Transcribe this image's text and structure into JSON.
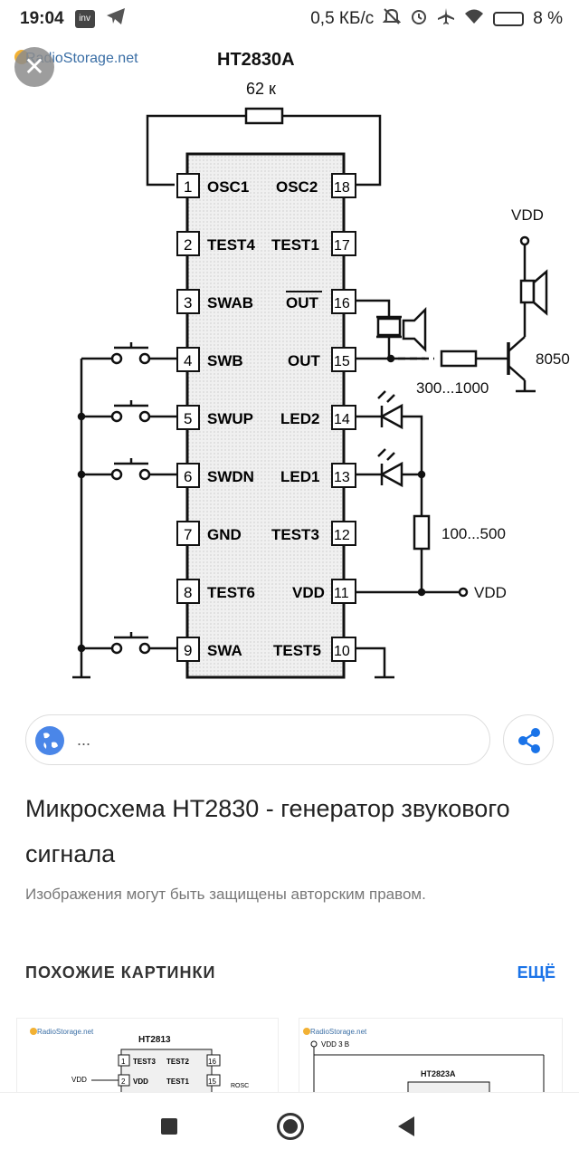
{
  "status_bar": {
    "time": "19:04",
    "speed": "0,5 КБ/с",
    "battery": "8 %"
  },
  "image": {
    "watermark": "RadioStorage.net",
    "title": "HT2830A",
    "resistor_top": "62 к",
    "vdd_top": "VDD",
    "transistor": "8050",
    "res_range_1": "300...1000",
    "res_range_2": "100...500",
    "vdd_right": "VDD",
    "pins_left": [
      {
        "num": "1",
        "label": "OSC1"
      },
      {
        "num": "2",
        "label": "TEST4"
      },
      {
        "num": "3",
        "label": "SWAB"
      },
      {
        "num": "4",
        "label": "SWB"
      },
      {
        "num": "5",
        "label": "SWUP"
      },
      {
        "num": "6",
        "label": "SWDN"
      },
      {
        "num": "7",
        "label": "GND"
      },
      {
        "num": "8",
        "label": "TEST6"
      },
      {
        "num": "9",
        "label": "SWA"
      }
    ],
    "pins_right": [
      {
        "num": "18",
        "label": "OSC2"
      },
      {
        "num": "17",
        "label": "TEST1"
      },
      {
        "num": "16",
        "label": "OUT"
      },
      {
        "num": "15",
        "label": "OUT"
      },
      {
        "num": "14",
        "label": "LED2"
      },
      {
        "num": "13",
        "label": "LED1"
      },
      {
        "num": "12",
        "label": "TEST3"
      },
      {
        "num": "11",
        "label": "VDD"
      },
      {
        "num": "10",
        "label": "TEST5"
      }
    ]
  },
  "search": {
    "text": "..."
  },
  "title": "Микросхема HT2830 - генератор звукового сигнала",
  "copyright": "Изображения могут быть защищены авторским правом.",
  "similar": {
    "header": "ПОХОЖИЕ КАРТИНКИ",
    "more": "ЕЩЁ",
    "thumb1": {
      "watermark": "RadioStorage.net",
      "title": "HT2813",
      "pin1": "1",
      "pin1_label": "TEST3",
      "pin16_label": "TEST2",
      "pin16": "16",
      "vdd_label": "VDD",
      "pin2": "2",
      "pin2_label": "VDD",
      "pin15_label": "TEST1",
      "pin15": "15",
      "rosc": "ROSC"
    },
    "thumb2": {
      "watermark": "RadioStorage.net",
      "vdd": "VDD 3 В",
      "title": "HT2823A"
    }
  }
}
